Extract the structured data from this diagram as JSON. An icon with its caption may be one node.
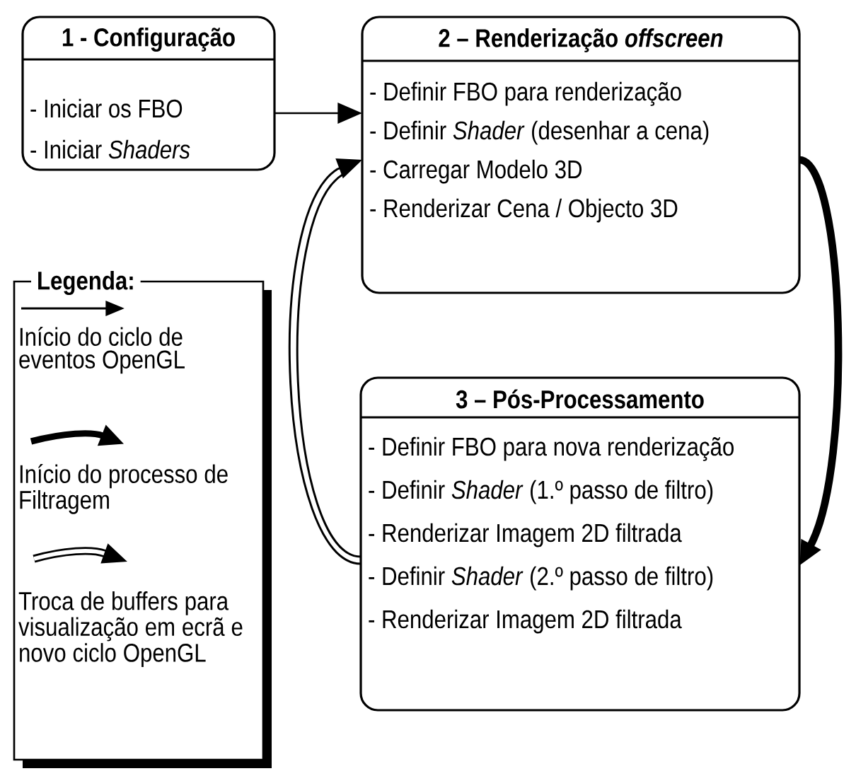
{
  "diagram": {
    "nodes": [
      {
        "text": [
          "1 - Configuração",
          "- Iniciar os FBO",
          "- Iniciar *Shaders*"
        ]
      },
      {
        "text": [
          "2 – Renderização *offscreen*",
          "- Definir FBO para renderização",
          "- Definir *Shader* (desenhar a cena)",
          "- Carregar Modelo 3D",
          "- Renderizar Cena / Objecto 3D"
        ]
      },
      {
        "text": [
          "3 – Pós-Processamento",
          "- Definir FBO para nova renderização",
          "- Definir *Shader* (1.º passo de filtro)",
          "- Renderizar Imagem 2D filtrada",
          "- Definir *Shader* (2.º passo de filtro)",
          "- Renderizar Imagem 2D filtrada"
        ]
      }
    ],
    "edges": [
      {
        "from": 0,
        "to": 1,
        "arrow": "to"
      },
      {
        "from": 1,
        "to": 2,
        "arrow": "to",
        "style": "thick"
      },
      {
        "from": 2,
        "to": 1,
        "arrow": "to"
      }
    ],
    "labels": [
      "Legenda:"
    ],
    "legend": [
      {
        "text": "Início do ciclo de eventos OpenGL"
      },
      {
        "text": "Início do processo de Filtragem"
      },
      {
        "text": "Troca de buffers para visualização em ecrã e novo ciclo OpenGL"
      }
    ]
  }
}
